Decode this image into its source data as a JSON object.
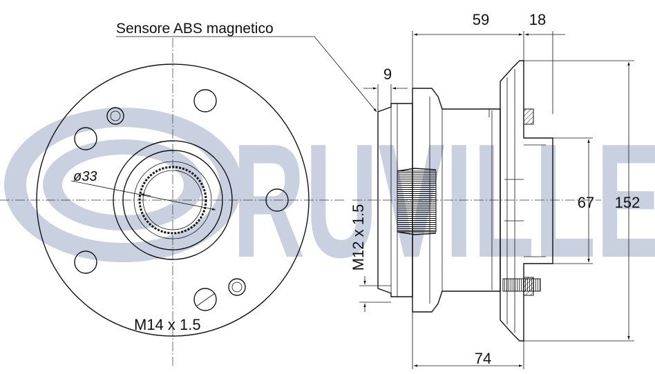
{
  "watermark": {
    "text": "RUVILLE",
    "color": "#c9d0e0"
  },
  "labels": {
    "sensor": "Sensore ABS magnetico",
    "stud_thread": "M14 x 1.5",
    "hub_diameter": "ø33",
    "bolt_thread": "M12 x 1.5"
  },
  "dimensions": {
    "d59": "59",
    "d18": "18",
    "d9": "9",
    "d67": "67",
    "d152": "152",
    "d74": "74"
  },
  "colors": {
    "line": "#111111",
    "background": "#ffffff"
  }
}
